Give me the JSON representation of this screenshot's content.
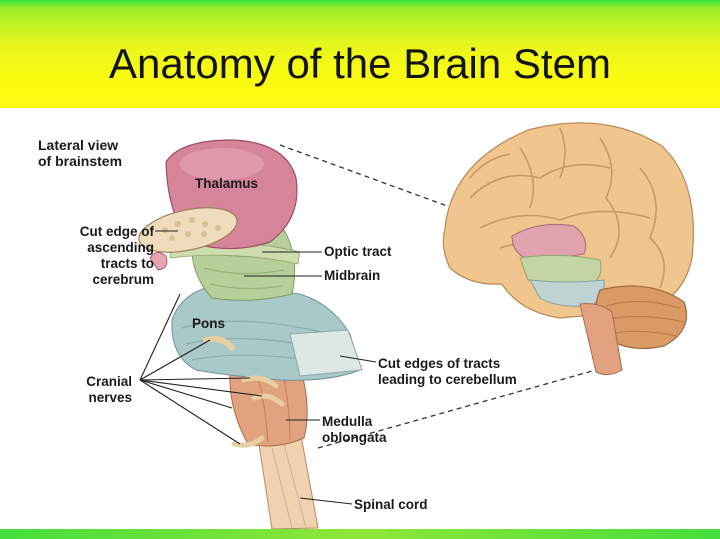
{
  "title": "Anatomy of the Brain Stem",
  "diagram": {
    "view_heading_line1": "Lateral view",
    "view_heading_line2": "of brainstem",
    "labels": {
      "thalamus": "Thalamus",
      "cut_edge_line1": "Cut edge of",
      "cut_edge_line2": "ascending",
      "cut_edge_line3": "tracts to",
      "cut_edge_line4": "cerebrum",
      "optic_tract": "Optic tract",
      "midbrain": "Midbrain",
      "pons": "Pons",
      "cut_edges_tracts_line1": "Cut edges of tracts",
      "cut_edges_tracts_line2": "leading to cerebellum",
      "cranial_nerves_line1": "Cranial",
      "cranial_nerves_line2": "nerves",
      "medulla_line1": "Medulla",
      "medulla_line2": "oblongata",
      "spinal_cord": "Spinal cord"
    },
    "colors": {
      "thalamus": "#d6849a",
      "midbrain": "#b7cf98",
      "pons": "#a9c8c8",
      "medulla": "#e2a27f",
      "cerebrum": "#f1c58e",
      "cerebellum": "#d99a66"
    }
  }
}
